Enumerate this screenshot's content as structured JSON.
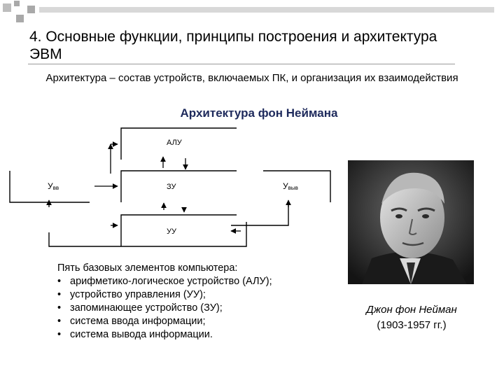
{
  "slide": {
    "title": "4. Основные функции, принципы построения и архитектура ЭВМ",
    "definition": "Архитектура – состав устройств, включаемых ПК, и организация их взаимодействия",
    "subtitle": "Архитектура фон Неймана"
  },
  "diagram": {
    "alu": "АЛУ",
    "memory": "ЗУ",
    "control": "УУ",
    "input_main": "У",
    "input_sub": "вв",
    "output_main": "У",
    "output_sub": "выв"
  },
  "elements": {
    "heading": "Пять базовых элементов компьютера:",
    "bullet": "•",
    "items": [
      "арифметико-логическое  устройство (АЛУ);",
      "устройство управления (УУ);",
      "запоминающее  устройство (ЗУ);",
      "система ввода информации;",
      "система вывода информации."
    ]
  },
  "portrait": {
    "name": "Джон фон Нейман",
    "years": "(1903-1957 гг.)"
  },
  "colors": {
    "subtitle": "#1e2a5c",
    "squares": "#aaaaaa"
  }
}
